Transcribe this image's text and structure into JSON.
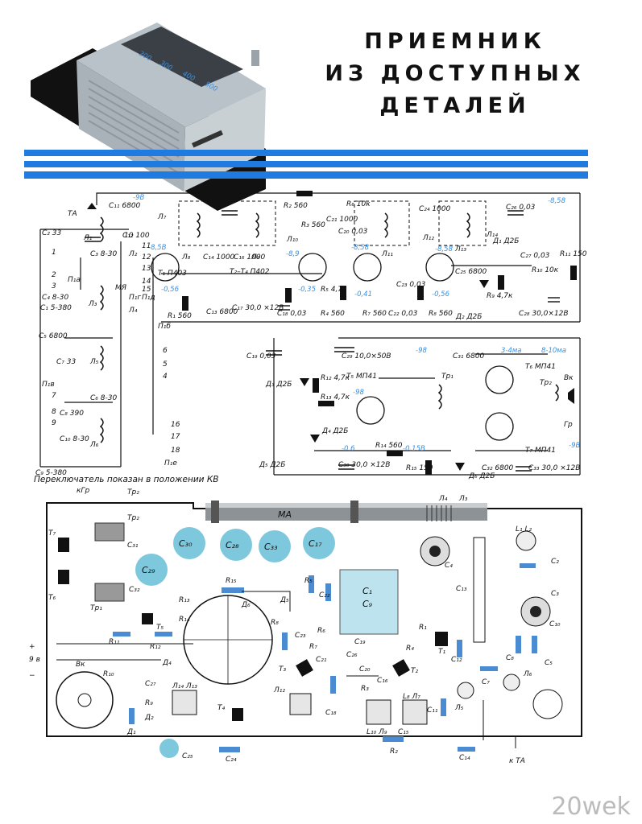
{
  "title_lines": [
    "ПРИЕМНИК",
    "ИЗ ДОСТУПНЫХ",
    "ДЕТАЛЕЙ"
  ],
  "scale_marks": [
    "200",
    "300",
    "400",
    "500"
  ],
  "schematic": {
    "transistors": [
      "T₁ П403",
      "T₂–T₄ П402",
      "T₅ МП41",
      "T₆ МП41",
      "T₇ МП41"
    ],
    "diodes": [
      "Д₁ Д2Б",
      "Д₂ Д2Б",
      "Д₃ Д2Б",
      "Д₄ Д2Б",
      "Д₅ Д2Б",
      "Д₆ Д2Б"
    ],
    "labels": [
      "ТА",
      "C₂ 33",
      "C₃ 8-30",
      "C₁ 5-380",
      "C₄ 8-30",
      "МЯ",
      "C₅ 6800",
      "C₇ 33",
      "C₆ 8-30",
      "C₈ 390",
      "C₁₀ 8-30",
      "C₉ 5-380",
      "C₁₁ 6800",
      "C₁₂ 100",
      "C₁₅",
      "C₁₄ 1000",
      "C₁₆ 1000",
      "R₂ 560",
      "R₁ 560",
      "C₁₃ 6800",
      "C₁₇ 30,0 ×12B",
      "C₁₈ 0,03",
      "R₃ 560",
      "R₄ 560",
      "R₅ 4,7к",
      "R₆ 10к",
      "C₂₀ 0,03",
      "C₂₁ 1000",
      "C₂₂ 0,03",
      "C₂₃ 0,03",
      "R₇ 560",
      "C₂₄ 1000",
      "C₂₅ 6800",
      "R₈ 560",
      "C₂₆ 0,03",
      "C₂₇ 0,03",
      "R₁₀ 10к",
      "R₉ 4,7к",
      "C₂₈ 30,0×12B",
      "R₁₁ 150",
      "C₁₉ 0,03",
      "C₂₉ 10,0×50B",
      "R₁₂ 4,7к",
      "R₁₃ 4,7к",
      "C₃₀ 30,0 ×12B",
      "R₁₄ 560",
      "R₁₅ 150",
      "C₃₁ 6800",
      "C₃₂ 6800",
      "C₃₃ 30,0 ×12B",
      "Тр₁",
      "Тр₂",
      "Вк",
      "Гр",
      "Л₁",
      "Л₂",
      "Л₃",
      "Л₄",
      "Л₅",
      "Л₆",
      "Л₇",
      "Л₈",
      "Л₉",
      "Л₁₀",
      "Л₁₁",
      "Л₁₂",
      "Л₁₃",
      "Л₁₄",
      "П₁а",
      "П₁б",
      "П₁в",
      "П₁г",
      "П₁д",
      "П₁е"
    ],
    "voltages": [
      "-9B",
      "-8,5B",
      "-8,9",
      "-0,56",
      "-0,35",
      "-0,41",
      "-0,56",
      "-8,58",
      "-8,58",
      "-8,58",
      "-98",
      "-98",
      "-0,15B",
      "-0,6",
      "3-4ма",
      "8-10ма",
      "-9B"
    ],
    "switch_contacts": [
      "1",
      "2",
      "3",
      "6",
      "5",
      "4",
      "7",
      "8",
      "9",
      "10",
      "11",
      "12",
      "13",
      "14",
      "15",
      "16",
      "17",
      "18"
    ]
  },
  "footnote": "Переключатель показан в положении КВ",
  "board": {
    "ferrite_label": "МА",
    "big_caps": [
      "C₃₀",
      "C₂₈",
      "C₃₃",
      "C₁₇"
    ],
    "c29": "C₂₉",
    "block_caps": [
      "C₁",
      "C₉"
    ],
    "coil_pairs": [
      "Л₁₄ Л₁₃",
      "Л₁₂",
      "L₁₀ Л₉",
      "L₈ Л₇"
    ],
    "parts": [
      "Т₇",
      "Т₆",
      "Тр₂",
      "Тр₁",
      "C₃₁",
      "C₃₂",
      "R₁₅",
      "R₁₃",
      "R₁₄",
      "T₅",
      "R₁₁",
      "R₁₂",
      "Д₆",
      "Д₅",
      "Д₄",
      "R₈",
      "C₂₃",
      "R₅",
      "C₂₂",
      "R₇",
      "R₆",
      "C₂₁",
      "C₂₆",
      "C₁₉",
      "C₂₀",
      "C₁₆",
      "R₃",
      "C₁₈",
      "T₃",
      "T₂",
      "R₄",
      "R₁",
      "T₁",
      "C₁₃",
      "C₁₂",
      "C₄",
      "C₁₁",
      "Л₅",
      "C₇",
      "Л₆",
      "C₃",
      "C₁₀",
      "C₂",
      "C₈",
      "C₅",
      "L₁ L₂",
      "Вк",
      "R₁₀",
      "C₂₇",
      "R₉",
      "Д₂",
      "Д₁",
      "C₂₅",
      "C₂₄",
      "T₄",
      "C₁₅",
      "R₂",
      "C₁₄",
      "Л₄",
      "Л₃"
    ],
    "io_labels": [
      "кГр",
      "Тр₂",
      "9 в",
      "+",
      "−",
      "к ТА"
    ]
  },
  "credit": "20wek"
}
